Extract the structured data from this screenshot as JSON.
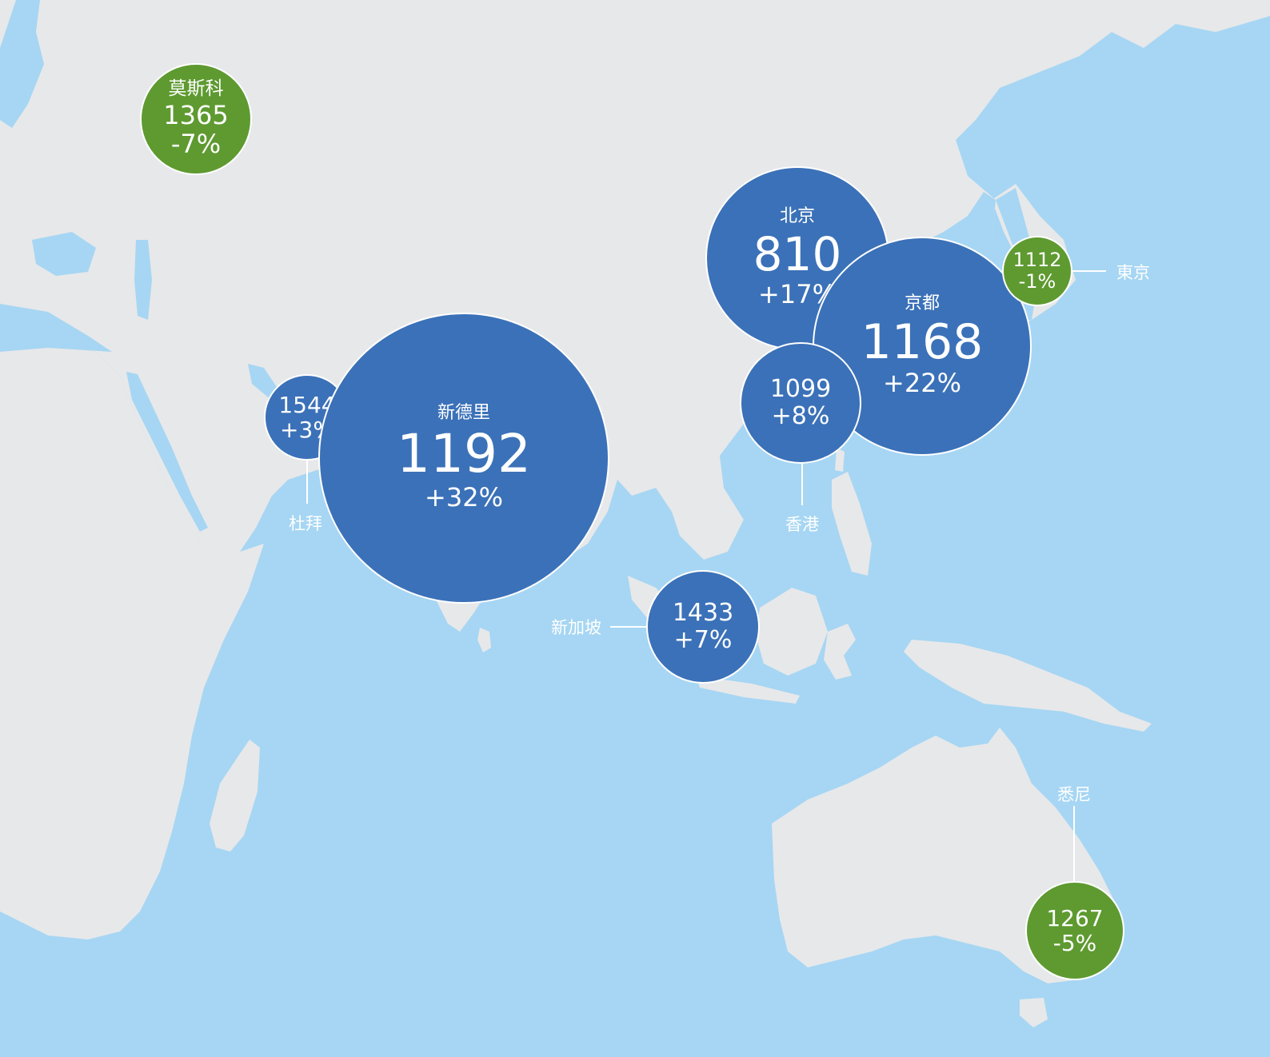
{
  "colors": {
    "ocean": "#a6d6f3",
    "land": "#e7e8ea",
    "increase": "#3b71b8",
    "decrease": "#5e9a30"
  },
  "cities": [
    {
      "id": "moscow",
      "name": "莫斯科",
      "value": "1365",
      "change": "-7%",
      "trend": "down"
    },
    {
      "id": "dubai",
      "name": "杜拜",
      "value": "1544",
      "change": "+3%",
      "trend": "up"
    },
    {
      "id": "new-delhi",
      "name": "新德里",
      "value": "1192",
      "change": "+32%",
      "trend": "up"
    },
    {
      "id": "beijing",
      "name": "北京",
      "value": "810",
      "change": "+17%",
      "trend": "up"
    },
    {
      "id": "kyoto",
      "name": "京都",
      "value": "1168",
      "change": "+22%",
      "trend": "up"
    },
    {
      "id": "hong-kong",
      "name": "香港",
      "value": "1099",
      "change": "+8%",
      "trend": "up"
    },
    {
      "id": "tokyo",
      "name": "東京",
      "value": "1112",
      "change": "-1%",
      "trend": "down"
    },
    {
      "id": "singapore",
      "name": "新加坡",
      "value": "1433",
      "change": "+7%",
      "trend": "up"
    },
    {
      "id": "sydney",
      "name": "悉尼",
      "value": "1267",
      "change": "-5%",
      "trend": "down"
    }
  ]
}
